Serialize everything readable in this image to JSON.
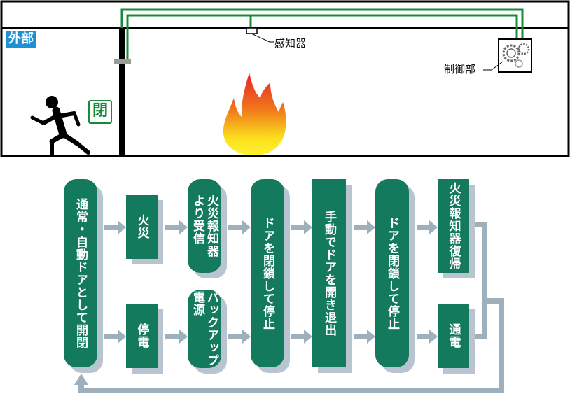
{
  "scene": {
    "outside_tag": "外部",
    "sensor_label": "感知器",
    "controller_label": "制御部",
    "door_state": "閉"
  },
  "flow": {
    "normal": "通常・自動ドアとして開閉",
    "fire": "火災",
    "fire_alarm": "火災報知器\nより受信",
    "close_stop_1": "ドアを閉鎖して停止",
    "manual_open": "手動でドアを開き退出",
    "close_stop_2": "ドアを閉鎖して停止",
    "alarm_reset": "火災報知器復帰",
    "power_outage": "停電",
    "backup_power": "バックアップ\n電源",
    "power_restore": "通電"
  },
  "colors": {
    "box": "#137a5e",
    "shadow": "#b8c4cf",
    "wire": "#1a8a3a",
    "outside_tag": "#1f8fd6",
    "arrow": "#9fb0bd"
  }
}
